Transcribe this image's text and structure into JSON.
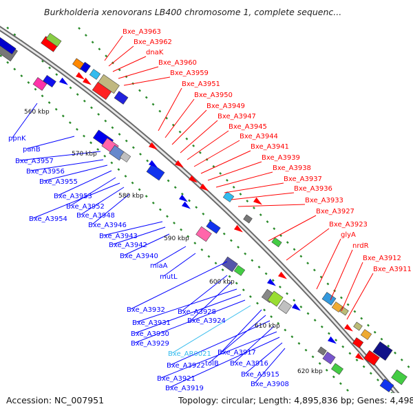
{
  "title": "Burkholderia xenovorans LB400 chromosome 1, complete sequenc...",
  "footer": {
    "accession": "Accession: NC_007951",
    "summary": "Topology: circular; Length: 4,895,836 bp; Genes: 4,498"
  },
  "colors": {
    "forward_label": "#ff0000",
    "reverse_label": "#0000ff",
    "rna_label": "#33bbee",
    "backbone": "#808080"
  },
  "kbp_ticks": [
    "560 kbp",
    "570 kbp",
    "580 kbp",
    "590 kbp",
    "600 kbp",
    "610 kbp",
    "620 kbp"
  ],
  "forward_labels": [
    "Bxe_A3963",
    "Bxe_A3962",
    "dnaK",
    "Bxe_A3960",
    "Bxe_A3959",
    "Bxe_A3951",
    "Bxe_A3950",
    "Bxe_A3949",
    "Bxe_A3947",
    "Bxe_A3945",
    "Bxe_A3944",
    "Bxe_A3941",
    "Bxe_A3939",
    "Bxe_A3938",
    "Bxe_A3937",
    "Bxe_A3936",
    "Bxe_A3933",
    "Bxe_A3927",
    "Bxe_A3923",
    "glyA",
    "nrdR",
    "Bxe_A3912",
    "Bxe_A3911"
  ],
  "reverse_labels": [
    "ppnK",
    "panB",
    "Bxe_A3957",
    "Bxe_A3956",
    "Bxe_A3955",
    "Bxe_A3953",
    "Bxe_A3952",
    "Bxe_A3954",
    "Bxe_A3948",
    "Bxe_A3946",
    "Bxe_A3943",
    "Bxe_A3942",
    "Bxe_A3940",
    "miaA",
    "mutL",
    "Bxe_A3932",
    "Bxe_A3928",
    "Bxe_A3924",
    "Bxe_A3931",
    "Bxe_A3930",
    "Bxe_A3929",
    "Bxe_AR0021",
    "Bxe_A3917",
    "tolB",
    "Bxe_A3922",
    "Bxe_A3916",
    "Bxe_A3921",
    "Bxe_A3919",
    "Bxe_A3915",
    "Bxe_A3908"
  ],
  "rna_labels": [
    "Bxe_AR0021"
  ]
}
